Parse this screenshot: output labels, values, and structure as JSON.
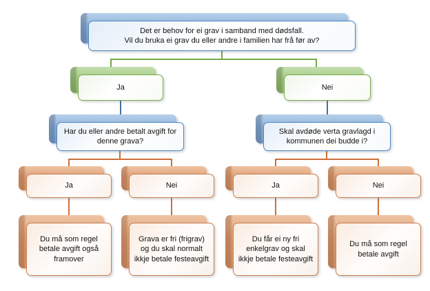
{
  "root": {
    "line1": "Det er behov for ei grav i samband med dødsfall.",
    "line2": "Vil du bruka ei grav du eller andre i familien har frå før av?"
  },
  "branches": [
    {
      "answer": "Ja",
      "question": "Har du eller andre betalt avgift for denne grava?",
      "children": [
        {
          "answer": "Ja",
          "result": "Du må som regel betale avgift også framover"
        },
        {
          "answer": "Nei",
          "result": "Grava er fri (frigrav) og du skal normalt ikkje betale festeavgift"
        }
      ]
    },
    {
      "answer": "Nei",
      "question": "Skal avdøde verta gravlagd i kommunen dei budde i?",
      "children": [
        {
          "answer": "Ja",
          "result": "Du får ei ny fri enkelgrav og skal ikkje betale festeavgift"
        },
        {
          "answer": "Nei",
          "result": "Du må som regel betale avgift"
        }
      ]
    }
  ],
  "colors": {
    "blue_accent": "#4a86c4",
    "green_accent": "#76ad4c",
    "orange_accent": "#c87d4e",
    "line_blue": "#44709d",
    "line_green": "#74a848",
    "line_orange": "#cd6e3a"
  }
}
